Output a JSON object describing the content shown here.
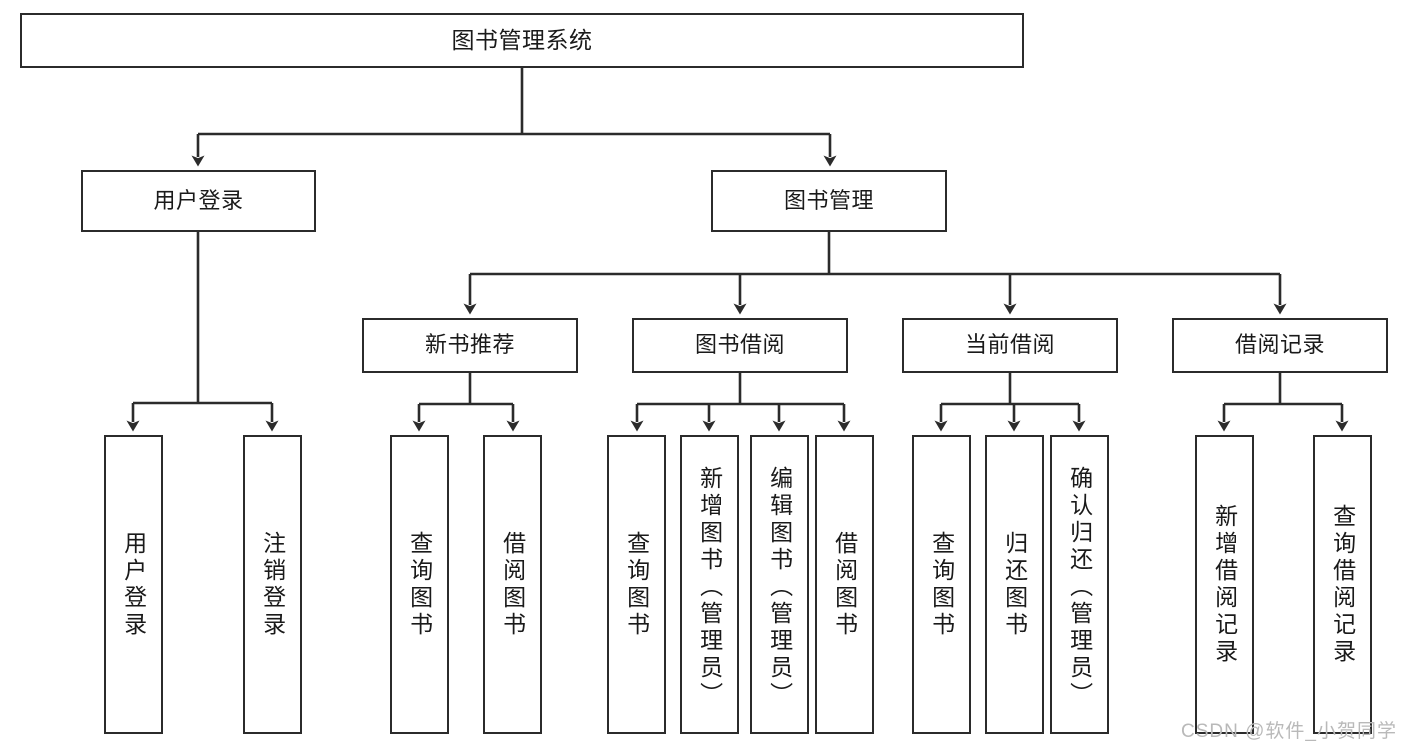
{
  "diagram": {
    "title": "图书管理系统",
    "type": "tree",
    "orientation": "top-down",
    "colors": {
      "box_border": "#2b2b2b",
      "box_fill": "#ffffff",
      "connector": "#2b2b2b",
      "text": "#1a1a1a",
      "watermark": "#b9b9b9",
      "background": "#ffffff"
    },
    "watermark": "CSDN @软件_小贺同学"
  },
  "nodes": {
    "root": {
      "label": "图书管理系统",
      "level": 0
    },
    "level1": [
      {
        "id": "user-login",
        "label": "用户登录"
      },
      {
        "id": "book-manage",
        "label": "图书管理"
      }
    ],
    "level2": [
      {
        "id": "new-book-recommend",
        "label": "新书推荐"
      },
      {
        "id": "book-borrow",
        "label": "图书借阅"
      },
      {
        "id": "current-borrow",
        "label": "当前借阅"
      },
      {
        "id": "borrow-record",
        "label": "借阅记录"
      }
    ],
    "leaves": [
      {
        "id": "leaf-user-login",
        "label": "用户登录",
        "parent": "user-login"
      },
      {
        "id": "leaf-user-logout",
        "label": "注销登录",
        "parent": "user-login"
      },
      {
        "id": "leaf-query-book-1",
        "label": "查询图书",
        "parent": "new-book-recommend"
      },
      {
        "id": "leaf-borrow-book-1",
        "label": "借阅图书",
        "parent": "new-book-recommend"
      },
      {
        "id": "leaf-query-book-2",
        "label": "查询图书",
        "parent": "book-borrow"
      },
      {
        "id": "leaf-add-book",
        "label": "新增图书（管理员）",
        "parent": "book-borrow"
      },
      {
        "id": "leaf-edit-book",
        "label": "编辑图书（管理员）",
        "parent": "book-borrow"
      },
      {
        "id": "leaf-borrow-book-2",
        "label": "借阅图书",
        "parent": "book-borrow"
      },
      {
        "id": "leaf-query-book-3",
        "label": "查询图书",
        "parent": "current-borrow"
      },
      {
        "id": "leaf-return-book",
        "label": "归还图书",
        "parent": "current-borrow"
      },
      {
        "id": "leaf-confirm-return",
        "label": "确认归还（管理员）",
        "parent": "current-borrow"
      },
      {
        "id": "leaf-add-record",
        "label": "新增借阅记录",
        "parent": "borrow-record"
      },
      {
        "id": "leaf-query-record",
        "label": "查询借阅记录",
        "parent": "borrow-record"
      }
    ]
  }
}
